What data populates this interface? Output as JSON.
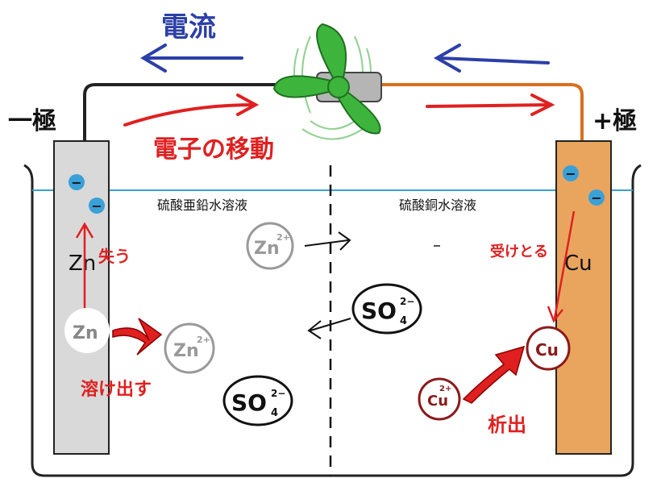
{
  "title_current": "電流",
  "negative_pole": "一極",
  "positive_pole": "+極",
  "electron_movement": "電子の移動",
  "left_solution": "硫酸亜鉛水溶液",
  "right_solution": "硫酸銅水溶液",
  "zinc_electrode": "Zn",
  "copper_electrode": "Cu",
  "lose_label": "失う",
  "dissolve_label": "溶け出す",
  "receive_label": "受けとる",
  "deposit_label": "析出",
  "electron_sign": "−",
  "ions": {
    "zn_atom": "Zn",
    "zn_ion": "Zn",
    "zn_charge": "2+",
    "sulfate": "SO",
    "sulfate_sub": "4",
    "sulfate_charge": "2−",
    "cu_ion": "Cu",
    "cu_charge": "2+",
    "cu_atom": "Cu"
  },
  "colors": {
    "current_blue": "#2b3fa8",
    "electron_red": "#e02020",
    "fan_green": "#3db53d",
    "zinc_gray": "#d9d9d9",
    "copper_orange": "#e9a55e",
    "water_blue": "#3aa0d8",
    "cu_ion_dark_red": "#8b1a1a"
  }
}
